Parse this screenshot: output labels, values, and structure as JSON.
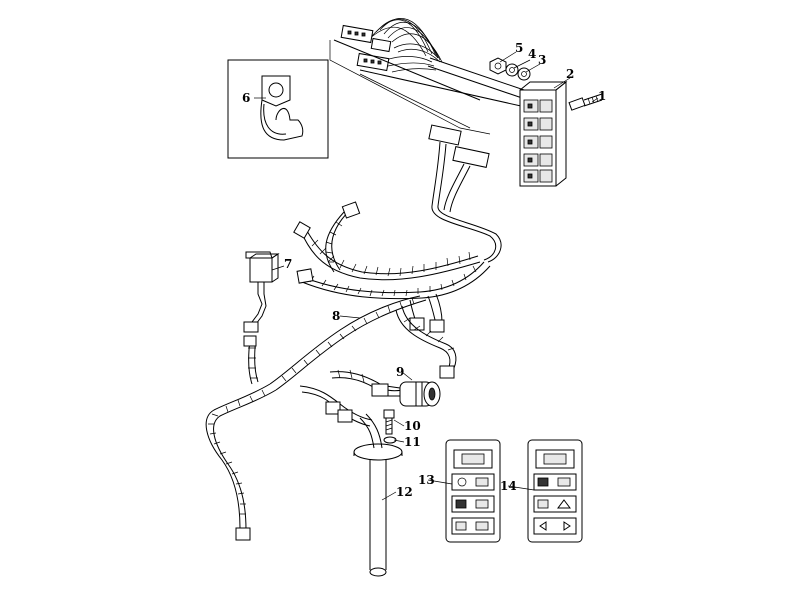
{
  "figure": {
    "callouts": [
      "1",
      "2",
      "3",
      "4",
      "5",
      "6",
      "7",
      "8",
      "9",
      "10",
      "11",
      "12",
      "13",
      "14"
    ]
  }
}
